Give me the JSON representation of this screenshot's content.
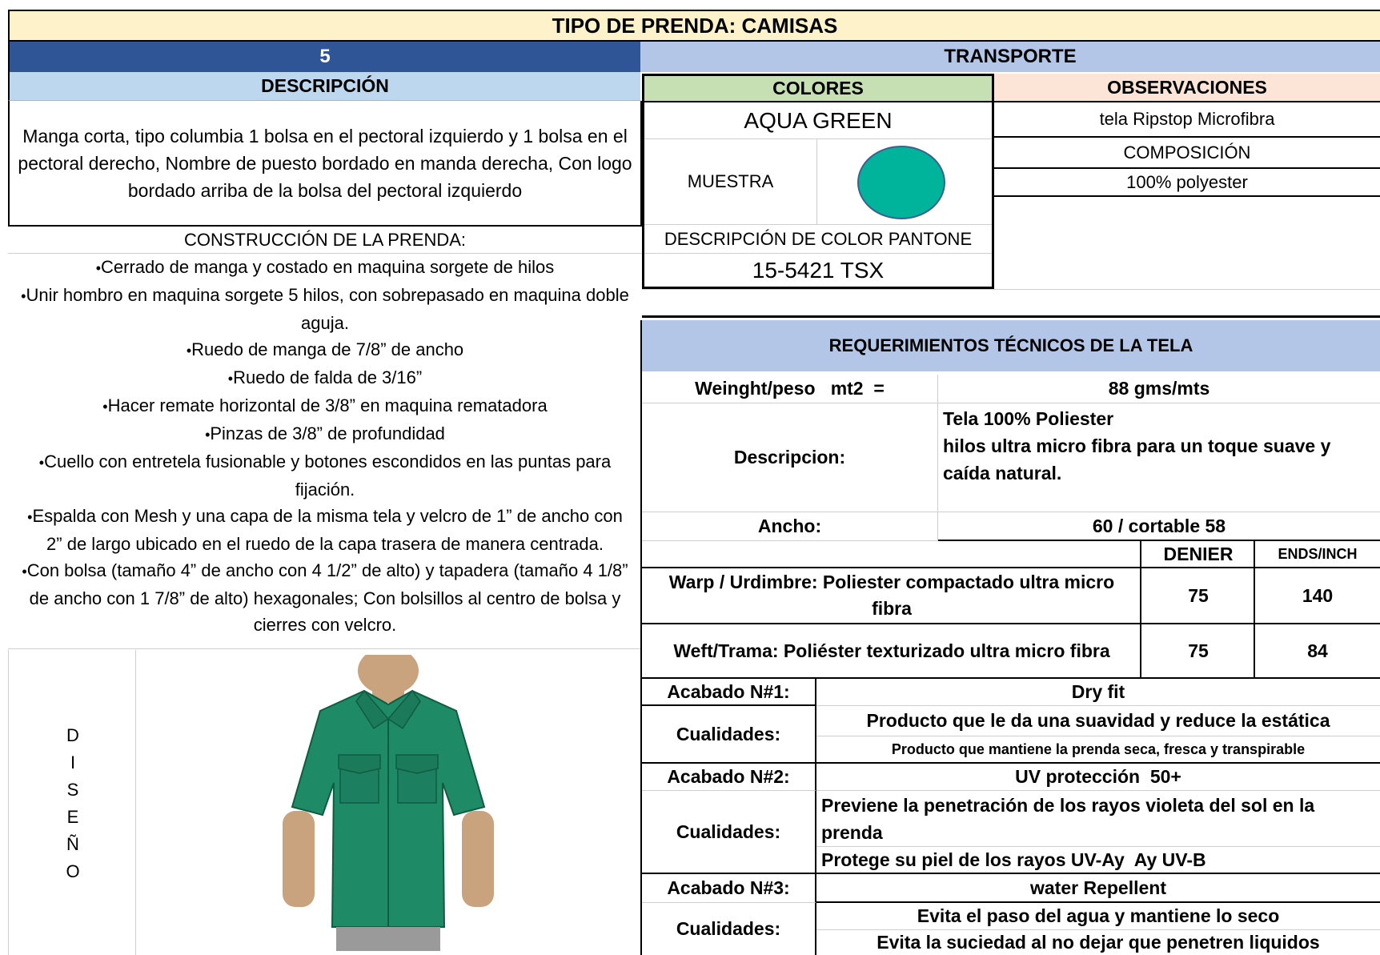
{
  "header": {
    "title": "TIPO DE PRENDA: CAMISAS",
    "number": "5",
    "transport": "TRANSPORTE"
  },
  "description": {
    "heading": "DESCRIPCIÓN",
    "text": "Manga corta, tipo columbia 1 bolsa en el pectoral izquierdo y 1 bolsa en el pectoral derecho, Nombre de puesto bordado en manda derecha, Con logo bordado arriba de la bolsa del pectoral izquierdo"
  },
  "construction": {
    "heading": "CONSTRUCCIÓN DE LA PRENDA:",
    "bullet": "•",
    "items": [
      "Cerrado de manga y costado en maquina sorgete de hilos",
      "Unir hombro en maquina sorgete 5 hilos, con sobrepasado en maquina doble aguja.",
      "Ruedo de manga de 7/8” de ancho",
      "Ruedo de falda de 3/16”",
      "Hacer remate horizontal de 3/8” en maquina rematadora",
      "Pinzas de 3/8” de profundidad",
      "Cuello con entretela fusionable y botones escondidos en las puntas para fijación.",
      "Espalda con Mesh y una capa de la misma tela y velcro de 1” de ancho con 2” de largo ubicado en el ruedo de la capa trasera de manera centrada.",
      "Con bolsa (tamaño 4” de ancho con 4 1/2” de alto) y tapadera (tamaño 4 1/8” de ancho con 1 7/8” de alto) hexagonales; Con bolsillos al centro de bolsa y cierres con velcro."
    ]
  },
  "design": {
    "letters": [
      "D",
      "I",
      "S",
      "E",
      "Ñ",
      "O"
    ]
  },
  "colors": {
    "heading": "COLORES",
    "name": "AQUA GREEN",
    "sample_label": "MUESTRA",
    "sample_hex": "#00b39b",
    "pantone_label": "DESCRIPCIÓN DE COLOR PANTONE",
    "pantone_code": "15-5421 TSX"
  },
  "observations": {
    "heading": "OBSERVACIONES",
    "fabric": "tela Ripstop Microfibra",
    "composition_label": "COMPOSICIÓN",
    "composition_value": "100% polyester"
  },
  "requirements": {
    "heading": "REQUERIMIENTOS TÉCNICOS DE LA TELA",
    "weight_label": "Weinght/peso   mt2  =",
    "weight_value": "88 gms/mts",
    "description_label": "Descripcion:",
    "description_line1": "Tela 100% Poliester",
    "description_line2": "hilos ultra micro fibra para un  toque suave y caída natural.",
    "width_label": "Ancho:",
    "width_value": "60 / cortable 58",
    "denier_header": "DENIER",
    "ends_header": "ENDS/INCH",
    "warp_label": "Warp / Urdimbre: Poliester compactado ultra micro fibra",
    "warp_denier": "75",
    "warp_ends": "140",
    "weft_label": "Weft/Trama: Poliéster texturizado ultra micro fibra",
    "weft_denier": "75",
    "weft_ends": "84"
  },
  "finishes": [
    {
      "label": "Acabado N#1:",
      "name": "Dry fit",
      "qualities_label": "Cualidades:",
      "qualities": [
        "Producto que le da una suavidad y  reduce la estática",
        "Producto que mantiene la prenda seca, fresca y transpirable"
      ]
    },
    {
      "label": "Acabado N#2:",
      "name": "UV protección  50+",
      "qualities_label": "Cualidades:",
      "qualities": [
        "Previene la penetración de los rayos violeta del sol en la prenda",
        "Protege su piel de los rayos UV-Ay  Ay UV-B"
      ]
    },
    {
      "label": "Acabado N#3:",
      "name": "water Repellent",
      "qualities_label": "Cualidades:",
      "qualities": [
        "Evita el paso del agua y mantiene lo seco",
        "Evita la suciedad al no dejar que penetren liquidos"
      ]
    }
  ],
  "palette": {
    "title_bg": "#fef2cb",
    "number_bg": "#2f5597",
    "transport_bg": "#b4c6e7",
    "desc_bg": "#bdd7ee",
    "colors_bg": "#c6e0b4",
    "obs_bg": "#fce4d6",
    "req_bg": "#b4c6e7",
    "shirt": "#1f8a66"
  }
}
